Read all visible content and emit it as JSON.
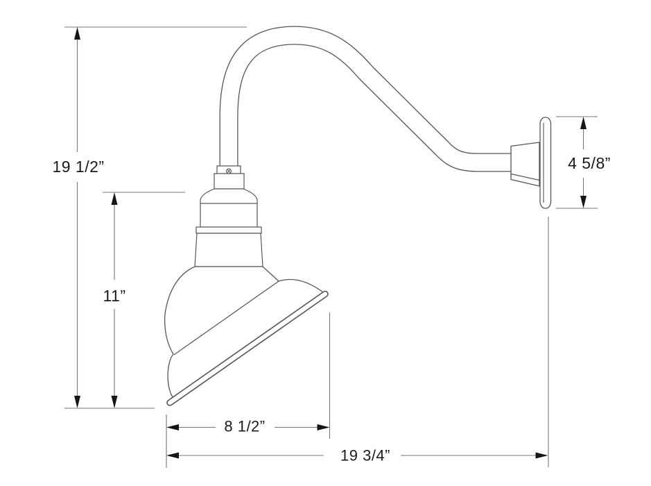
{
  "diagram": {
    "subject": "Gooseneck wall-mounted angle shade light fixture - dimension drawing",
    "background_color": "#ffffff",
    "line_color": "#555555",
    "dimension_line_color": "#777777",
    "text_color": "#1b1b1b",
    "dimensions": {
      "overall_height": "19 1/2”",
      "shade_assembly_height": "11”",
      "wall_plate_height": "4 5/8”",
      "shade_width": "8 1/2”",
      "overall_projection": "19 3/4”"
    }
  }
}
